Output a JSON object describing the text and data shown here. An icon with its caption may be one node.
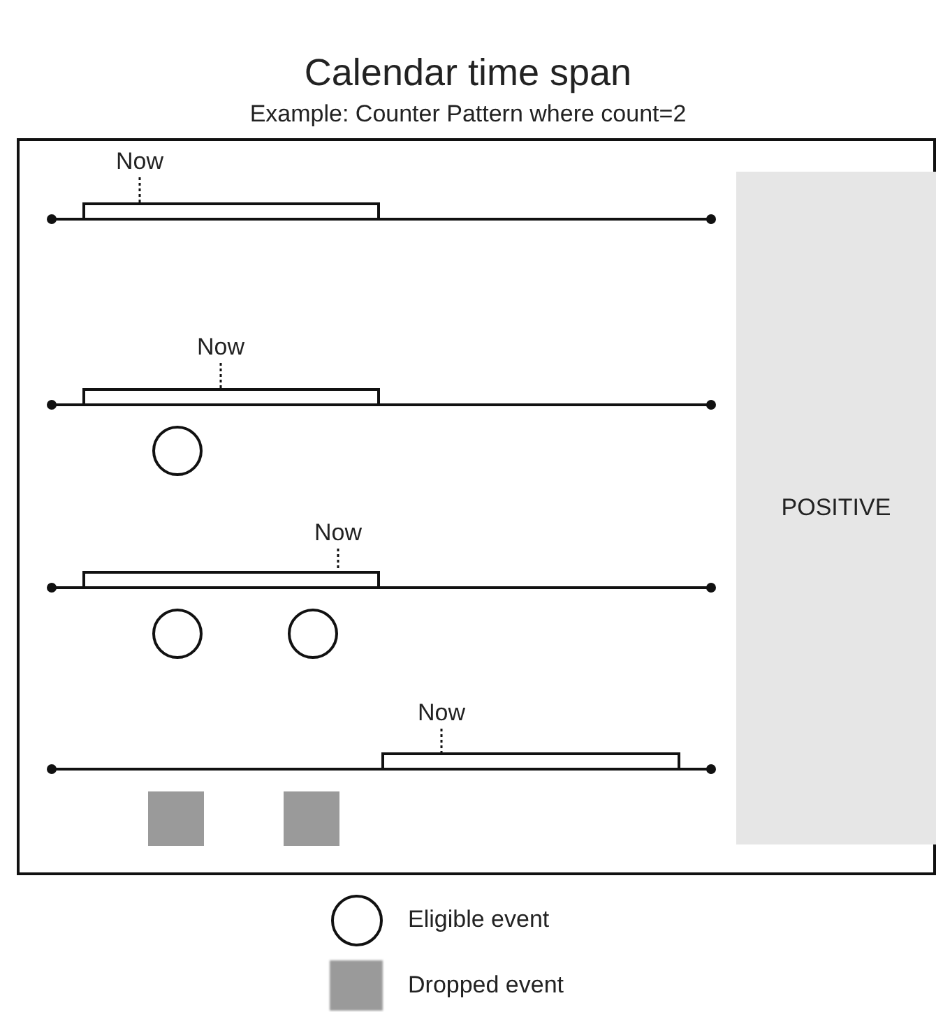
{
  "diagram": {
    "title": "Calendar time span",
    "nodes": [
      {
        "text": [
          "POSITIVE"
        ]
      }
    ],
    "labels": [
      "Example: Counter Pattern where count=2",
      "Now",
      "Now",
      "Now",
      "Now"
    ],
    "legend": [
      {
        "text": "Eligible event"
      },
      {
        "text": "Dropped event",
        "color": "#9a9a9a"
      }
    ]
  }
}
